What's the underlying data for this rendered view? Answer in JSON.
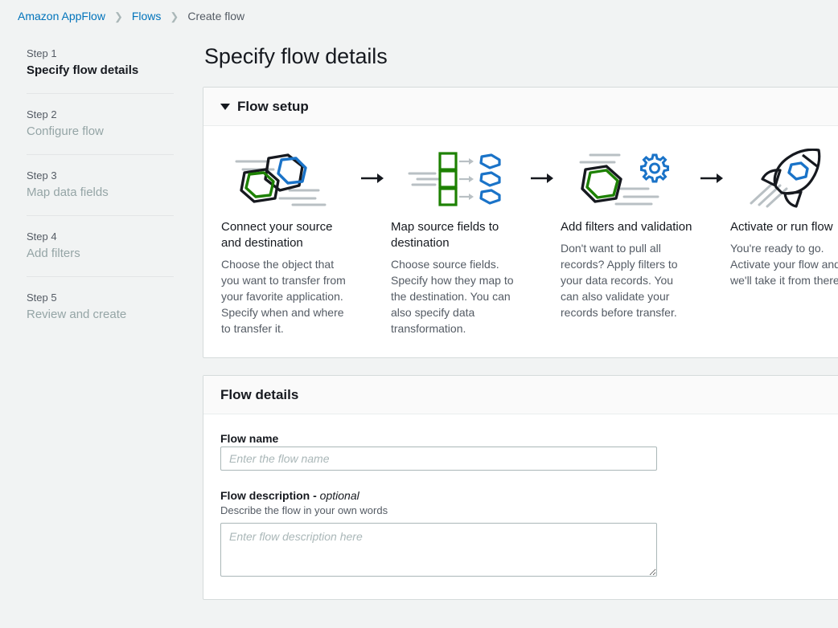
{
  "breadcrumb": {
    "items": [
      {
        "label": "Amazon AppFlow",
        "type": "link"
      },
      {
        "label": "Flows",
        "type": "link"
      },
      {
        "label": "Create flow",
        "type": "current"
      }
    ],
    "separator": "❯"
  },
  "sidebar": {
    "steps": [
      {
        "number": "Step 1",
        "name": "Specify flow details",
        "active": true
      },
      {
        "number": "Step 2",
        "name": "Configure flow",
        "active": false
      },
      {
        "number": "Step 3",
        "name": "Map data fields",
        "active": false
      },
      {
        "number": "Step 4",
        "name": "Add filters",
        "active": false
      },
      {
        "number": "Step 5",
        "name": "Review and create",
        "active": false
      }
    ]
  },
  "page": {
    "title": "Specify flow details"
  },
  "flow_setup": {
    "title": "Flow setup",
    "expanded": true,
    "arrow_glyph": "→",
    "columns": [
      {
        "icon": "connect-source-destination-icon",
        "heading": "Connect your source and destination",
        "description": "Choose the object that you want to transfer from your favorite application. Specify when and where to transfer it."
      },
      {
        "icon": "map-fields-icon",
        "heading": "Map source fields to destination",
        "description": "Choose source fields. Specify how they map to the destination. You can also specify data transformation."
      },
      {
        "icon": "filters-validation-icon",
        "heading": "Add filters and validation",
        "description": "Don't want to pull all records? Apply filters to your data records. You can also validate your records before transfer."
      },
      {
        "icon": "rocket-icon",
        "heading": "Activate or run flow",
        "description": "You're ready to go. Activate your flow and we'll take it from there."
      }
    ]
  },
  "flow_details": {
    "title": "Flow details",
    "flow_name": {
      "label": "Flow name",
      "placeholder": "Enter the flow name",
      "value": ""
    },
    "flow_description": {
      "label": "Flow description - ",
      "label_optional": "optional",
      "hint": "Describe the flow in your own words",
      "placeholder": "Enter flow description here",
      "value": ""
    }
  },
  "colors": {
    "link": "#0073bb",
    "accent_blue": "#1a73c8",
    "accent_green": "#1d8102",
    "page_bg": "#f1f3f3",
    "panel_bg": "#ffffff",
    "panel_header_bg": "#fafafa",
    "border": "#d5dbdb",
    "muted_text": "#545b64",
    "disabled_text": "#95a5a6"
  }
}
